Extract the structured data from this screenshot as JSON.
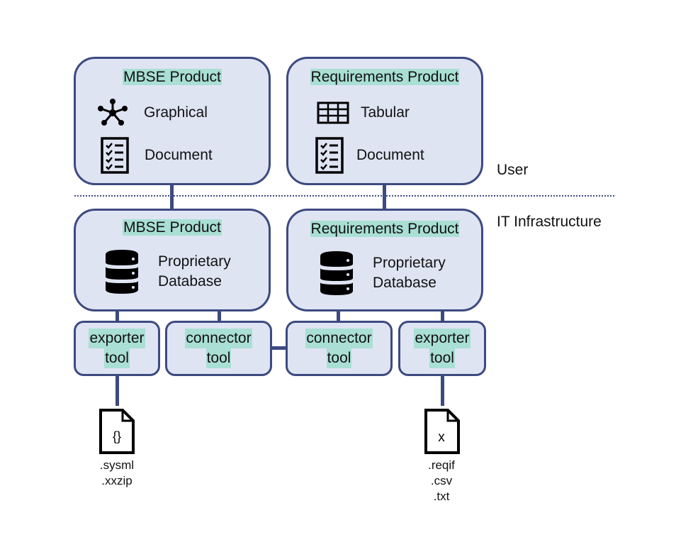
{
  "diagram": {
    "layers": {
      "user": "User",
      "it_infrastructure": "IT Infrastructure"
    },
    "user_layer": {
      "mbse": {
        "title": "MBSE Product",
        "items": [
          {
            "icon": "graph-network-icon",
            "label": "Graphical"
          },
          {
            "icon": "checklist-document-icon",
            "label": "Document"
          }
        ]
      },
      "requirements": {
        "title": "Requirements Product",
        "items": [
          {
            "icon": "table-grid-icon",
            "label": "Tabular"
          },
          {
            "icon": "checklist-document-icon",
            "label": "Document"
          }
        ]
      }
    },
    "infra_layer": {
      "mbse": {
        "title": "MBSE Product",
        "icon": "database-icon",
        "line1": "Proprietary",
        "line2": "Database"
      },
      "requirements": {
        "title": "Requirements Product",
        "icon": "database-icon",
        "line1": "Proprietary",
        "line2": "Database"
      }
    },
    "tools": [
      {
        "line1": "exporter",
        "line2": "tool"
      },
      {
        "line1": "connector",
        "line2": "tool"
      },
      {
        "line1": "connector",
        "line2": "tool"
      },
      {
        "line1": "exporter",
        "line2": "tool"
      }
    ],
    "files": [
      {
        "icon": "json-file-icon",
        "glyph": "{}",
        "extensions": [
          ".sysml",
          ".xxzip"
        ]
      },
      {
        "icon": "excel-file-icon",
        "glyph": "x",
        "extensions": [
          ".reqif",
          ".csv",
          ".txt"
        ]
      }
    ],
    "colors": {
      "box_fill": "#dfe4f3",
      "box_border": "#3d4a80",
      "highlight": "#a9dfd4"
    }
  }
}
